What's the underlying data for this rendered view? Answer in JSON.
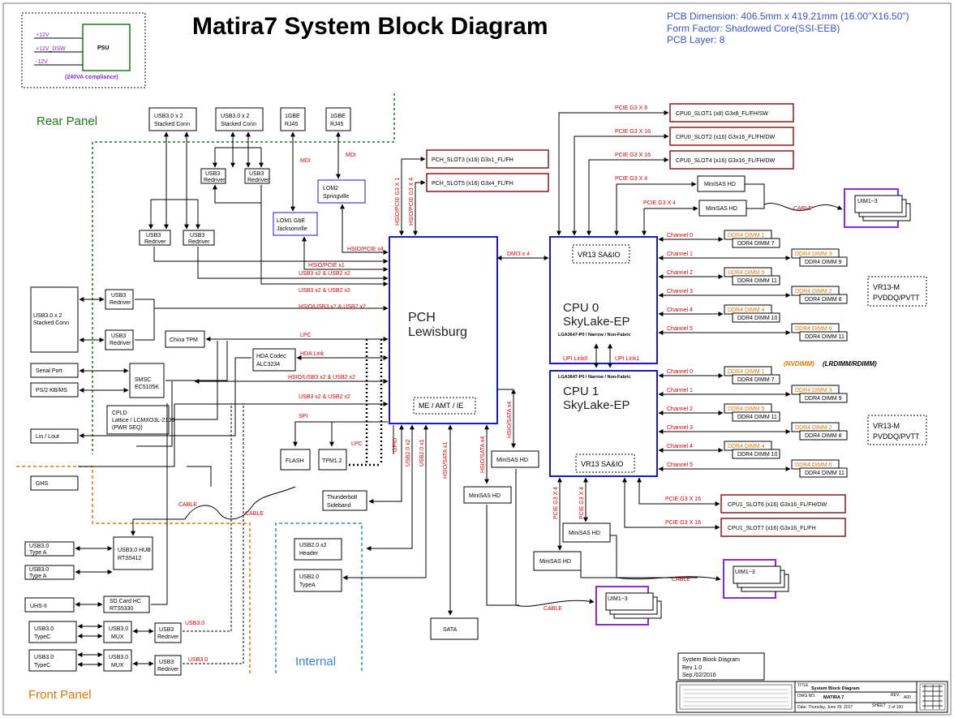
{
  "title": "Matira7 System Block Diagram",
  "pcb_info": [
    "PCB Dimension: 406.5mm x 419.21mm (16.00\"X16.50\")",
    "Form Factor: Shadowed Core(SSI-EEB)",
    "PCB Layer: 8"
  ],
  "psu": {
    "label": "PSU",
    "rails": [
      "+12V",
      "+12V_DSW",
      "-12V"
    ],
    "note": "(240VA compliance)"
  },
  "regions": {
    "rear": "Rear Panel",
    "front": "Front Panel",
    "internal": "Internal"
  },
  "pch": {
    "line1": "PCH",
    "line2": "Lewisburg",
    "me": "ME / AMT / IE"
  },
  "cpu0": {
    "line1": "CPU 0",
    "line2": "SkyLake-EP",
    "sub": "LGA3647-P0 / Narrow / Non-Fabric",
    "vr": "VR13 SA&IO"
  },
  "cpu1": {
    "line1": "CPU 1",
    "line2": "SkyLake-EP",
    "sub": "LGA3647-P0 / Narrow / Non-Fabric",
    "vr": "VR13 SA&IO"
  },
  "vr13m": [
    "VR13-M",
    "PVDDQ/PVTT"
  ],
  "nvdimm": "(NVDIMM)",
  "lrdimm": "(LRDIMM/RDIMM)",
  "slots": {
    "cpu0": [
      "CPU0_SLOT1 (x8) G3x8_FL/FH/SW",
      "CPU0_SLOT2 (x16) G3x16_FL/FH/DW",
      "CPU0_SLOT4 (x16) G3x16_FL/FH/DW"
    ],
    "cpu1": [
      "CPU1_SLOT6 (x16) G3x16_FL/FH/DW",
      "CPU1_SLOT7 (x16) G3x16_FL/FH"
    ],
    "pch": [
      "PCH_SLOT3 (x16) G3x1_FL/FH",
      "PCH_SLOT5 (x16) G3x4_FL/FH"
    ]
  },
  "channels": [
    "Channel 0",
    "Channel 1",
    "Channel 2",
    "Channel 3",
    "Channel 4",
    "Channel 5"
  ],
  "dimms": {
    "primary": [
      "DDR4 DIMM 1",
      "DDR4 DIMM 3",
      "DDR4 DIMM 5",
      "DDR4 DIMM 2",
      "DDR4 DIMM 4",
      "DDR4 DIMM 6"
    ],
    "secondary": [
      "DDR4 DIMM 7",
      "DDR4 DIMM 9",
      "DDR4 DIMM 11",
      "DDR4 DIMM 8",
      "DDR4 DIMM 10",
      "DDR4 DIMM 11"
    ]
  },
  "signals": {
    "pcie_g3x8": "PCIE G3 X 8",
    "pcie_g3x16": "PCIE G3 X 16",
    "pcie_g3x4": "PCIE G3 X 4",
    "dmi": "DMI3 x 4",
    "upi0": "UPI Link0",
    "upi1": "UPI Link1",
    "hsio_pcie_x4": "HSIO/PCIE x4",
    "hsio_pcie_x1": "HSIO/PCIE x1",
    "usb3x2_usb2x2": "USB3 x2 & USB2 x2",
    "hsio_usb3x2": "HSIO/USB3 x2 & USB2 x2",
    "lpc": "LPC",
    "hda": "HDA Link",
    "spi": "SPI",
    "mdi": "MDI",
    "hsio_pcie_g3x1": "HSIO/PCIE G3 X 1",
    "hsio_pcie_g3x4": "HSIO/PCIE G3 X 4",
    "gpio": "GPIO",
    "usb2x2": "USB2.0 x2",
    "usb2x1": "USB2.0 x1",
    "hsio_sata_x1": "HSIO/SATA x1",
    "hsio_sata_x4a": "HSIO/SATA x4",
    "hsio_sata_x4b": "HSIO/SATA x4",
    "cable": "CABLE",
    "usb30": "USB3.0"
  },
  "blocks": {
    "usb3x2_stacked": "USB3.0 x 2",
    "stacked_conn": "Stacked Conn",
    "gbe": "1GBE",
    "rj45": "RJ45",
    "usb3": "USB3",
    "redriver": "Redriver",
    "lom2": "LOM2",
    "springville": "Springville",
    "lom1": "LOM1 GbE",
    "jacksonville": "Jacksonville",
    "rear_usb_line1": "USB3.0 x 2",
    "rear_usb_line2": "Stacked Conn",
    "china_tpm": "China TPM",
    "hda_codec": "HDA Codec",
    "alc": "ALC3234",
    "serial": "Serial Port",
    "ps2": "PS/2 KB/MS",
    "smsc": "SMSC",
    "ec": "EC5105K",
    "cpld1": "CPLD",
    "cpld2": "Lattice / LCMXO3L-2100",
    "cpld3": "(PWR SEQ)",
    "linout": "Lin / Lout",
    "flash": "FLASH",
    "tpm12": "TPM1.2",
    "ghs": "GHS",
    "minisas": "MiniSAS HD",
    "uim": "UIM1~3",
    "thunderbolt": "Thunderbolt",
    "sideband": "Sideband",
    "usb2hdr1": "USB2.0 x2",
    "usb2hdr2": "Header",
    "usb2typea1": "USB2.0",
    "usb2typea2": "TypeA",
    "sata": "SATA",
    "fp_usb30": "USB3.0",
    "typea": "Type A",
    "typec": "TypeC",
    "hub1": "USB3.0 HUB",
    "hub2": "RTS5412",
    "uhs": "UHS-II",
    "sd1": "SD Card HC",
    "sd2": "RTS5330",
    "mux1": "USB3.0",
    "mux2": "MUX"
  },
  "revblock": [
    "System Block Diagram",
    "Rev 1.0",
    "Sep./02/2016"
  ],
  "titleblock": {
    "title_hdr": "TITLE",
    "title_val": "System Block Diagram",
    "dwg_hdr": "DWG NO.",
    "dwg_val": "MATIRA 7",
    "rev_hdr": "REV.",
    "rev_val": "A00",
    "date": "Date: Thursday, June 29, 2017",
    "sheet_hdr": "SHEET",
    "sheet_val": "2 of 100"
  },
  "colors": {
    "blue": "#1a1acc",
    "red": "#e00000",
    "orange": "#e07800",
    "purple": "#8a2be2",
    "green": "#1a7a1a",
    "darkred": "#8b1a1a",
    "info": "#3355cc"
  }
}
